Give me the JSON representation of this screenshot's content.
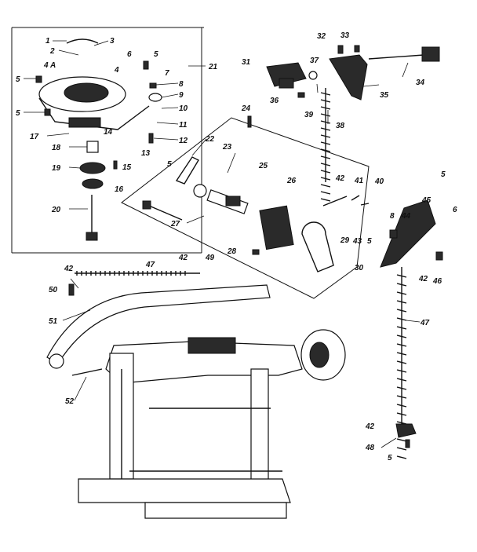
{
  "callouts": [
    {
      "id": "c1",
      "text": "1"
    },
    {
      "id": "c2",
      "text": "2"
    },
    {
      "id": "c3",
      "text": "3"
    },
    {
      "id": "c4a",
      "text": "4 A"
    },
    {
      "id": "c4",
      "text": "4"
    },
    {
      "id": "c5a",
      "text": "5"
    },
    {
      "id": "c5b",
      "text": "5"
    },
    {
      "id": "c5c",
      "text": "5"
    },
    {
      "id": "c6",
      "text": "6"
    },
    {
      "id": "c7",
      "text": "7"
    },
    {
      "id": "c8",
      "text": "8"
    },
    {
      "id": "c9",
      "text": "9"
    },
    {
      "id": "c10",
      "text": "10"
    },
    {
      "id": "c11",
      "text": "11"
    },
    {
      "id": "c12",
      "text": "12"
    },
    {
      "id": "c13",
      "text": "13"
    },
    {
      "id": "c14",
      "text": "14"
    },
    {
      "id": "c15",
      "text": "15"
    },
    {
      "id": "c16",
      "text": "16"
    },
    {
      "id": "c17",
      "text": "17"
    },
    {
      "id": "c18",
      "text": "18"
    },
    {
      "id": "c19",
      "text": "19"
    },
    {
      "id": "c20",
      "text": "20"
    },
    {
      "id": "c21",
      "text": "21"
    },
    {
      "id": "c22",
      "text": "22"
    },
    {
      "id": "c5d",
      "text": "5"
    },
    {
      "id": "c23",
      "text": "23"
    },
    {
      "id": "c24",
      "text": "24"
    },
    {
      "id": "c25",
      "text": "25"
    },
    {
      "id": "c26",
      "text": "26"
    },
    {
      "id": "c27",
      "text": "27"
    },
    {
      "id": "c28",
      "text": "28"
    },
    {
      "id": "c29",
      "text": "29"
    },
    {
      "id": "c30",
      "text": "30"
    },
    {
      "id": "c31",
      "text": "31"
    },
    {
      "id": "c32",
      "text": "32"
    },
    {
      "id": "c33",
      "text": "33"
    },
    {
      "id": "c34",
      "text": "34"
    },
    {
      "id": "c35",
      "text": "35"
    },
    {
      "id": "c36",
      "text": "36"
    },
    {
      "id": "c37",
      "text": "37"
    },
    {
      "id": "c38",
      "text": "38"
    },
    {
      "id": "c39",
      "text": "39"
    },
    {
      "id": "c40",
      "text": "40"
    },
    {
      "id": "c41",
      "text": "41"
    },
    {
      "id": "c42a",
      "text": "42"
    },
    {
      "id": "c43",
      "text": "43"
    },
    {
      "id": "c5e",
      "text": "5"
    },
    {
      "id": "c5f",
      "text": "5"
    },
    {
      "id": "c6b",
      "text": "6"
    },
    {
      "id": "c45",
      "text": "45"
    },
    {
      "id": "c8b",
      "text": "8"
    },
    {
      "id": "c44",
      "text": "44"
    },
    {
      "id": "c42b",
      "text": "42"
    },
    {
      "id": "c46",
      "text": "46"
    },
    {
      "id": "c47a",
      "text": "47"
    },
    {
      "id": "c42c",
      "text": "42"
    },
    {
      "id": "c49",
      "text": "49"
    },
    {
      "id": "c42d",
      "text": "42"
    },
    {
      "id": "c50",
      "text": "50"
    },
    {
      "id": "c51",
      "text": "51"
    },
    {
      "id": "c52",
      "text": "52"
    },
    {
      "id": "c47b",
      "text": "47"
    },
    {
      "id": "c42e",
      "text": "42"
    },
    {
      "id": "c48",
      "text": "48"
    },
    {
      "id": "c5g",
      "text": "5"
    }
  ],
  "colors": {
    "ink": "#111111",
    "paper": "#ffffff"
  }
}
